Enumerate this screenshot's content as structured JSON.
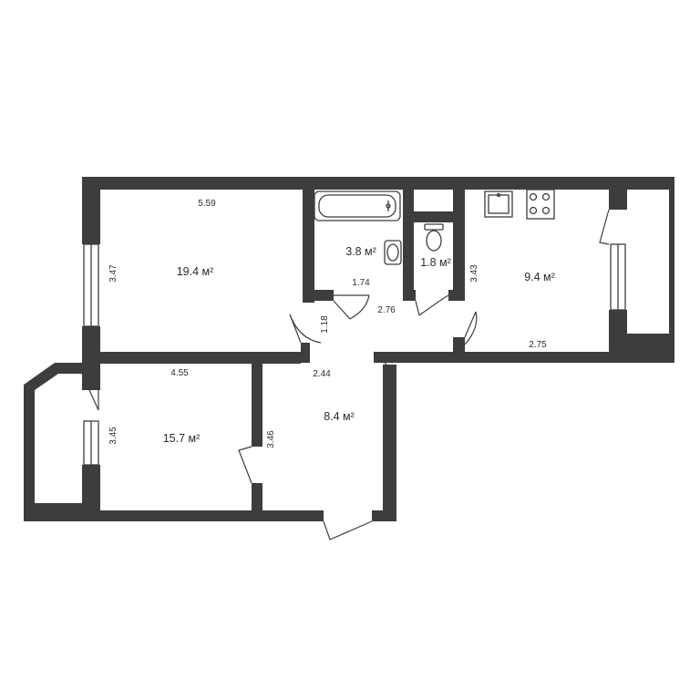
{
  "rooms": {
    "room1": {
      "area": "19.4 м²",
      "width": "5.59",
      "height": "3.47"
    },
    "bath": {
      "area": "3.8 м²",
      "width": "1.74"
    },
    "wc": {
      "area": "1.8 м²"
    },
    "kitchen": {
      "area": "9.4 м²",
      "height": "3.43",
      "width": "2.75"
    },
    "room2": {
      "area": "15.7 м²",
      "width": "4.55",
      "height": "3.45"
    },
    "hall": {
      "area": "8.4 м²",
      "width": "2.44",
      "height": "3.46"
    },
    "corridor": {
      "width": "2.76",
      "height": "1.18"
    }
  },
  "colors": {
    "wall": "#3d3d40"
  }
}
